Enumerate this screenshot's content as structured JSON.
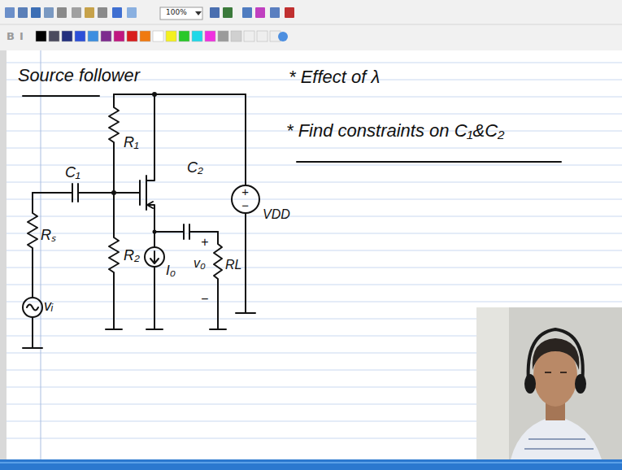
{
  "diagram": {
    "title": "Source follower",
    "labels": [
      "100%",
      "B",
      "I",
      "* Effect of λ",
      "* Find constraints on C₁&C₂",
      "C₁",
      "R₁",
      "C₂",
      "+",
      "−",
      "VDD",
      "Rₛ",
      "R₂",
      "I₀",
      "+",
      "v₀",
      "RL",
      "−",
      "vᵢ"
    ]
  }
}
